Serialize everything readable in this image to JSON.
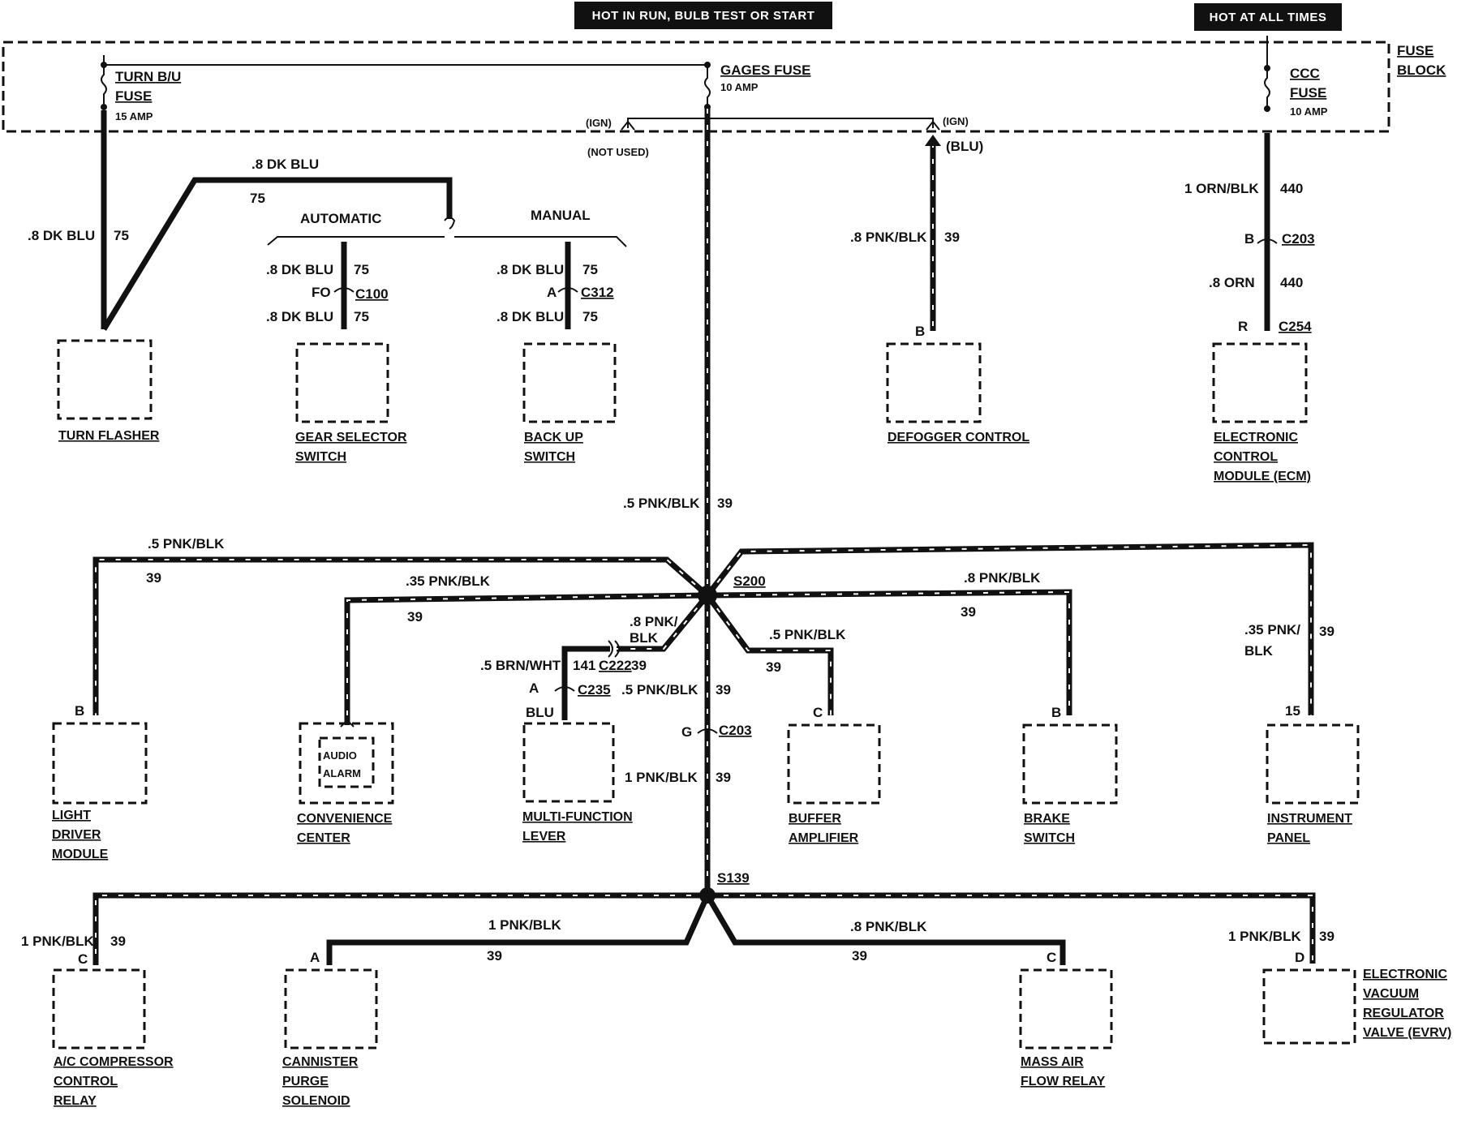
{
  "header": {
    "hot_run": "HOT IN RUN, BULB TEST OR START",
    "hot_all": "HOT AT ALL TIMES",
    "fuse_block_1": "FUSE",
    "fuse_block_2": "BLOCK"
  },
  "fuses": {
    "turn_1": "TURN B/U",
    "turn_2": "FUSE",
    "turn_amp": "15 AMP",
    "gages_1": "GAGES FUSE",
    "gages_amp": "10 AMP",
    "ccc_1": "CCC",
    "ccc_2": "FUSE",
    "ccc_amp": "10 AMP",
    "ign_left": "(IGN)",
    "ign_right": "(IGN)",
    "not_used": "(NOT USED)",
    "blu": "(BLU)"
  },
  "wires": {
    "dkblu_top": ".8 DK BLU",
    "c75_top": "75",
    "dkblu_left": ".8 DK BLU",
    "c75_left": "75",
    "automatic": "AUTOMATIC",
    "manual": "MANUAL",
    "gs_w1": ".8 DK BLU",
    "gs_c1": "75",
    "gs_pin": "FO",
    "gs_conn": "C100",
    "gs_w2": ".8 DK BLU",
    "gs_c2": "75",
    "bu_w1": ".8 DK BLU",
    "bu_c1": "75",
    "bu_pin": "A",
    "bu_conn": "C312",
    "bu_w2": ".8 DK BLU",
    "bu_c2": "75",
    "def_w": ".8 PNK/BLK",
    "def_c": "39",
    "def_pin": "B",
    "ecm_w1": "1 ORN/BLK",
    "ecm_c1": "440",
    "ecm_pin1": "B",
    "ecm_conn1": "C203",
    "ecm_w2": ".8 ORN",
    "ecm_c2": "440",
    "ecm_pin2": "R",
    "ecm_conn2": "C254",
    "main_w": ".5 PNK/BLK",
    "main_c": "39",
    "s200": "S200",
    "ldm_w": ".5 PNK/BLK",
    "ldm_c": "39",
    "ldm_pin": "B",
    "cc_w": ".35 PNK/BLK",
    "cc_c": "39",
    "brake_w": ".8 PNK/BLK",
    "brake_c": "39",
    "brake_pin": "B",
    "ip_w1": ".35 PNK/",
    "ip_w2": "BLK",
    "ip_c": "39",
    "ip_pin": "15",
    "mfl_w1": ".8 PNK/",
    "mfl_w2": "BLK",
    "mfl_brn": ".5 BRN/WHT",
    "mfl_141": "141",
    "mfl_conn": "C222",
    "mfl_39": "39",
    "mfl_pin": "A",
    "mfl_conn2": "C235",
    "mfl_blu": "BLU",
    "buf_w": ".5 PNK/BLK",
    "buf_c": "39",
    "buf_pin": "C",
    "low_w1": ".5 PNK/BLK",
    "low_c1": "39",
    "low_pin": "G",
    "low_conn": "C203",
    "low_w2": "1 PNK/BLK",
    "low_c2": "39",
    "s139": "S139",
    "ac_w": "1 PNK/BLK",
    "ac_c": "39",
    "ac_pin": "C",
    "cp_w": "1 PNK/BLK",
    "cp_c": "39",
    "cp_pin": "A",
    "maf_w": ".8 PNK/BLK",
    "maf_c": "39",
    "maf_pin": "C",
    "evrv_w": "1 PNK/BLK",
    "evrv_c": "39",
    "evrv_pin": "D"
  },
  "components": {
    "turn_flasher": "TURN FLASHER",
    "gear_1": "GEAR SELECTOR",
    "gear_2": "SWITCH",
    "backup_1": "BACK UP",
    "backup_2": "SWITCH",
    "defogger": "DEFOGGER CONTROL",
    "ecm_1": "ELECTRONIC",
    "ecm_2": "CONTROL",
    "ecm_3": "MODULE (ECM)",
    "ldm_1": "LIGHT",
    "ldm_2": "DRIVER",
    "ldm_3": "MODULE",
    "audio_1": "AUDIO",
    "audio_2": "ALARM",
    "conv_1": "CONVENIENCE",
    "conv_2": "CENTER",
    "mfl_1": "MULTI-FUNCTION",
    "mfl_2": "LEVER",
    "buf_1": "BUFFER",
    "buf_2": "AMPLIFIER",
    "brake_1": "BRAKE",
    "brake_2": "SWITCH",
    "ip_1": "INSTRUMENT",
    "ip_2": "PANEL",
    "ac_1": "A/C COMPRESSOR",
    "ac_2": "CONTROL",
    "ac_3": "RELAY",
    "cp_1": "CANNISTER",
    "cp_2": "PURGE",
    "cp_3": "SOLENOID",
    "maf_1": "MASS AIR",
    "maf_2": "FLOW RELAY",
    "evrv_1": "ELECTRONIC",
    "evrv_2": "VACUUM",
    "evrv_3": "REGULATOR",
    "evrv_4": "VALVE (EVRV)"
  }
}
